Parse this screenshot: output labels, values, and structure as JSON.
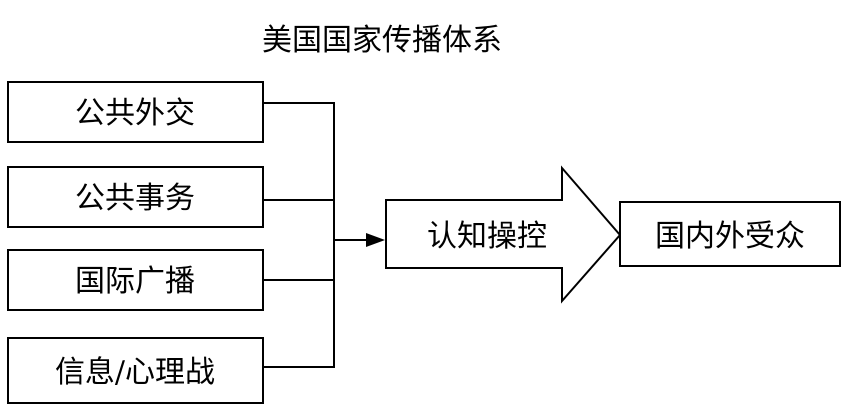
{
  "title": "美国国家传播体系",
  "source_boxes": [
    {
      "label": "公共外交"
    },
    {
      "label": "公共事务"
    },
    {
      "label": "国际广播"
    },
    {
      "label": "信息/心理战"
    }
  ],
  "process": {
    "label": "认知操控"
  },
  "target": {
    "label": "国内外受众"
  },
  "colors": {
    "stroke": "#000000",
    "fill": "#ffffff",
    "text": "#000000"
  }
}
